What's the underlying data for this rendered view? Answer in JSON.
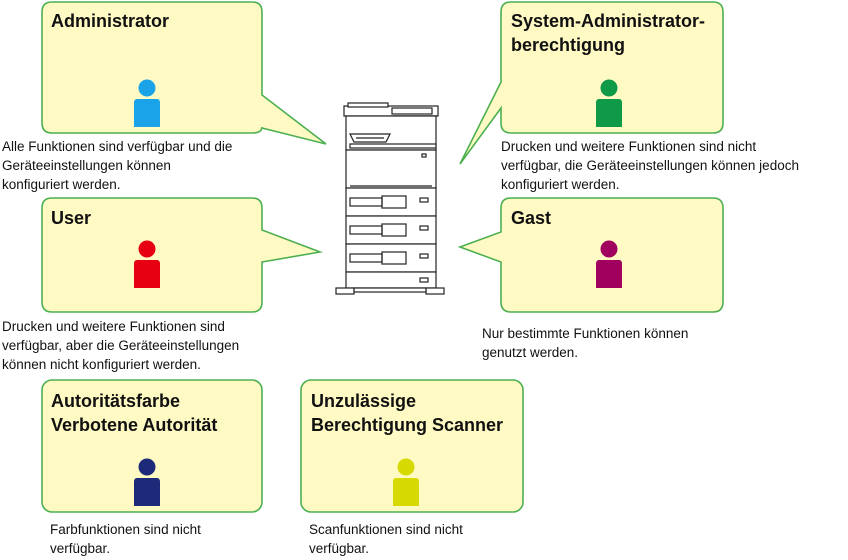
{
  "roles": {
    "administrator": {
      "title": "Administrator",
      "desc": "Alle Funktionen sind verfügbar und die\nGeräteeinstellungen können\nkonfiguriert werden.",
      "color": "#1aa3e8"
    },
    "system_admin": {
      "title": "System-Administrator-\nberechtigung",
      "desc": "Drucken und weitere Funktionen sind nicht\nverfügbar, die Geräteeinstellungen können jedoch\nkonfiguriert werden.",
      "color": "#0e9a47"
    },
    "user": {
      "title": "User",
      "desc": "Drucken und weitere Funktionen sind\nverfügbar, aber die Geräteeinstellungen\nkönnen nicht konfiguriert werden.",
      "color": "#e60012"
    },
    "guest": {
      "title": "Gast",
      "desc": "Nur bestimmte Funktionen können\ngenutzt werden.",
      "color": "#a0005e"
    },
    "color_forbidden": {
      "title": "Autoritätsfarbe\nVerbotene Autorität",
      "desc": "Farbfunktionen sind nicht\nverfügbar.",
      "color": "#1d2a7a"
    },
    "scanner_forbidden": {
      "title": "Unzulässige\nBerechtigung Scanner",
      "desc": "Scanfunktionen sind nicht\nverfügbar.",
      "color": "#d7da00"
    }
  },
  "colors": {
    "bubble_fill": "#fff9c4",
    "bubble_stroke": "#4cb050"
  }
}
